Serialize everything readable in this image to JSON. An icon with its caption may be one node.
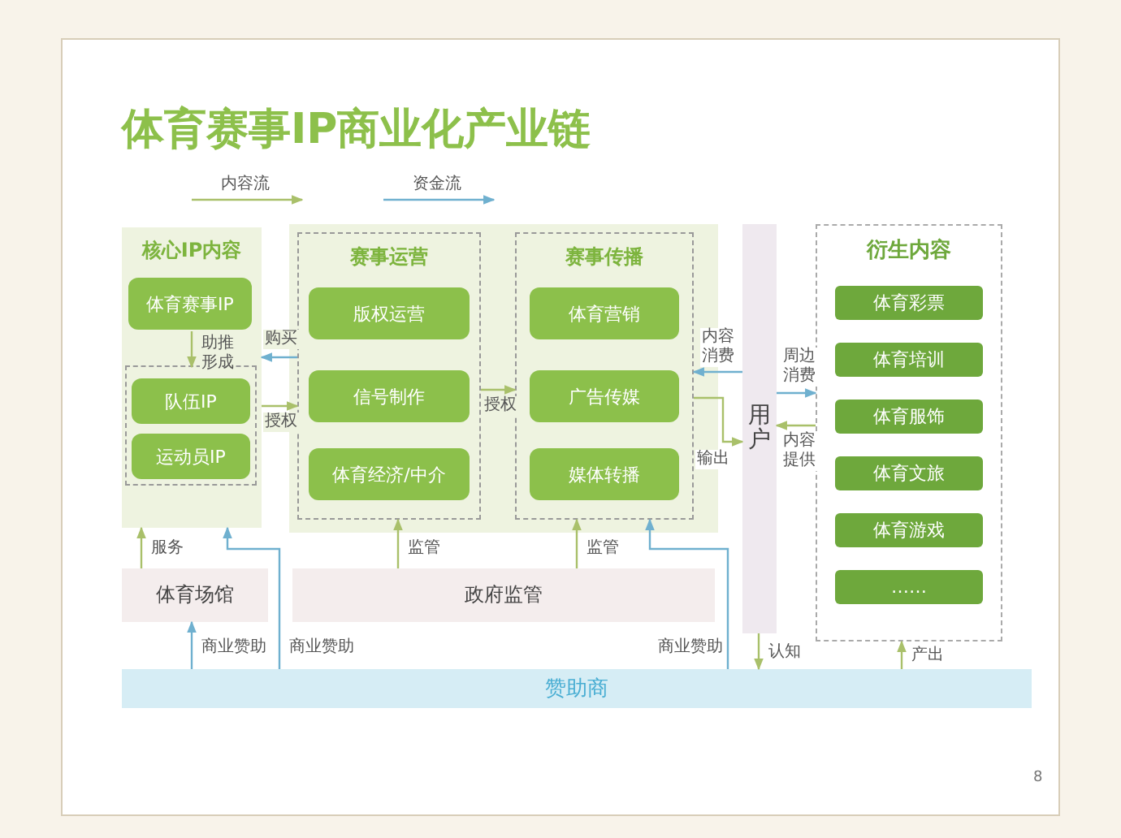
{
  "diagram": {
    "title": "体育赛事IP商业化产业链",
    "nodes": [
      {
        "text": [
          "核心IP内容"
        ]
      },
      {
        "text": [
          "体育赛事IP"
        ],
        "in": 0
      },
      {
        "text": [],
        "shape": "box",
        "in": 0
      },
      {
        "text": [
          "队伍IP"
        ],
        "in": 2
      },
      {
        "text": [
          "运动员IP"
        ],
        "in": 2
      },
      {
        "text": [
          "赛事运营"
        ]
      },
      {
        "text": [
          "版权运营"
        ],
        "in": 5
      },
      {
        "text": [
          "信号制作"
        ],
        "in": 5
      },
      {
        "text": [
          "体育经济/中介"
        ],
        "in": 5
      },
      {
        "text": [
          "赛事传播"
        ]
      },
      {
        "text": [
          "体育营销"
        ],
        "in": 9
      },
      {
        "text": [
          "广告传媒"
        ],
        "in": 9
      },
      {
        "text": [
          "媒体转播"
        ],
        "in": 9
      },
      {
        "text": [
          "用户"
        ]
      },
      {
        "text": [
          "衍生内容"
        ]
      },
      {
        "text": [
          "体育彩票"
        ],
        "in": 14
      },
      {
        "text": [
          "体育培训"
        ],
        "in": 14
      },
      {
        "text": [
          "体育服饰"
        ],
        "in": 14
      },
      {
        "text": [
          "体育文旅"
        ],
        "in": 14
      },
      {
        "text": [
          "体育游戏"
        ],
        "in": 14
      },
      {
        "text": [
          "……"
        ],
        "in": 14
      },
      {
        "text": [
          "体育场馆"
        ]
      },
      {
        "text": [
          "政府监管"
        ]
      },
      {
        "text": [
          "赞助商"
        ]
      }
    ],
    "edges": [
      {
        "from": 1,
        "to": 2,
        "arrow": "to",
        "label": "助推形成"
      },
      {
        "from": 5,
        "to": 0,
        "arrow": "to",
        "label": "购买",
        "color": "#6fb0cf"
      },
      {
        "from": 0,
        "to": 5,
        "arrow": "to",
        "label": "授权"
      },
      {
        "from": 5,
        "to": 9,
        "arrow": "to",
        "label": "授权"
      },
      {
        "from": 13,
        "to": 9,
        "arrow": "to",
        "label": "内容消费",
        "color": "#6fb0cf"
      },
      {
        "from": 9,
        "to": 13,
        "arrow": "to",
        "label": "输出"
      },
      {
        "from": 13,
        "to": 14,
        "arrow": "to",
        "label": "周边消费",
        "color": "#6fb0cf"
      },
      {
        "from": 14,
        "to": 13,
        "arrow": "to",
        "label": "内容提供"
      },
      {
        "from": 21,
        "to": 0,
        "arrow": "to",
        "label": "服务"
      },
      {
        "from": 23,
        "to": 21,
        "arrow": "to",
        "label": "商业赞助",
        "color": "#6fb0cf"
      },
      {
        "from": 23,
        "to": 0,
        "arrow": "to",
        "label": "商业赞助",
        "color": "#6fb0cf"
      },
      {
        "from": 22,
        "to": 5,
        "arrow": "to",
        "label": "监管"
      },
      {
        "from": 22,
        "to": 9,
        "arrow": "to",
        "label": "监管"
      },
      {
        "from": 23,
        "to": 9,
        "arrow": "to",
        "label": "商业赞助",
        "color": "#6fb0cf"
      },
      {
        "from": 13,
        "to": 23,
        "arrow": "to",
        "label": "认知"
      },
      {
        "from": 23,
        "to": 14,
        "arrow": "to",
        "label": "产出"
      }
    ],
    "labels": [
      "8"
    ],
    "legend": [
      {
        "text": "内容流"
      },
      {
        "text": "资金流"
      }
    ]
  }
}
